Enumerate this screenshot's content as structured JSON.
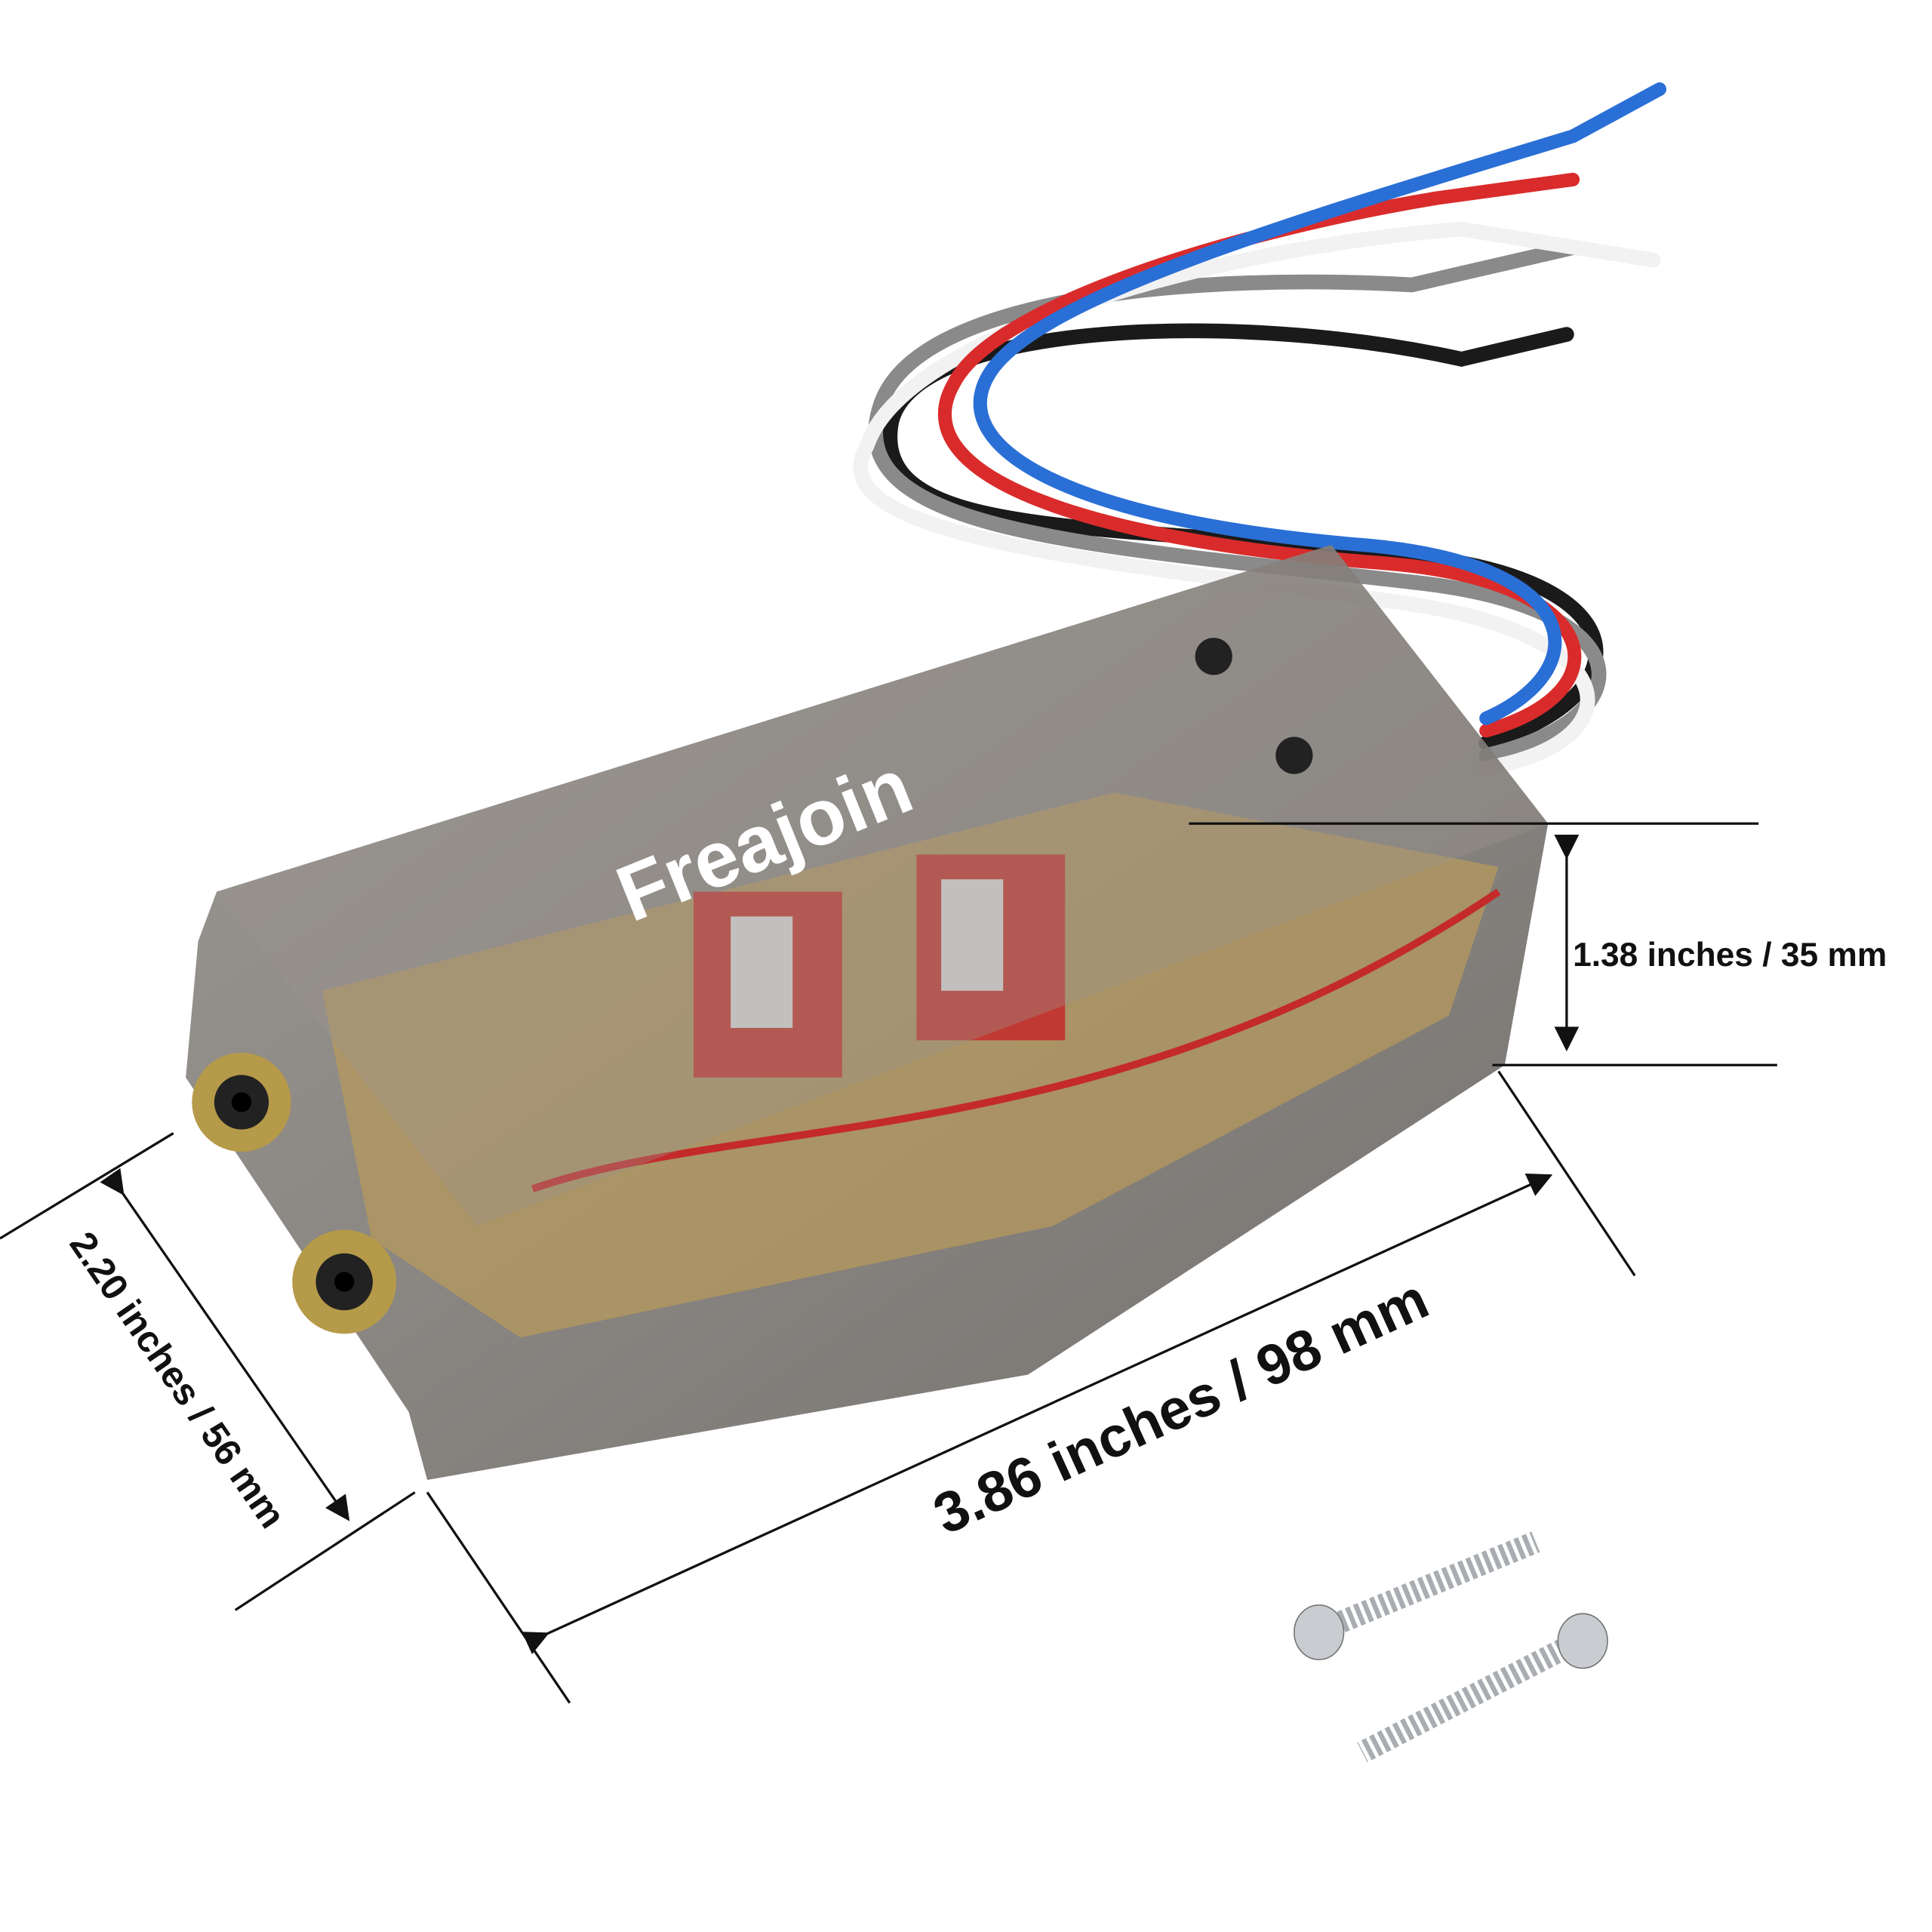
{
  "product": {
    "logo_text": "Freajoin",
    "body_color": "#6e6a66",
    "pcb_color": "#b99a5a",
    "wire_colors": [
      "#2a6fd6",
      "#d92b2b",
      "#f2f2f2",
      "#8a8a8a",
      "#1a1a1a"
    ]
  },
  "dimensions": {
    "height_label": "1.38 inches / 35 mm",
    "length_label": "3.86 inches / 98 mm",
    "width_label": "2.20 inches / 56 mm"
  },
  "accessories": {
    "screw_count": 2
  }
}
